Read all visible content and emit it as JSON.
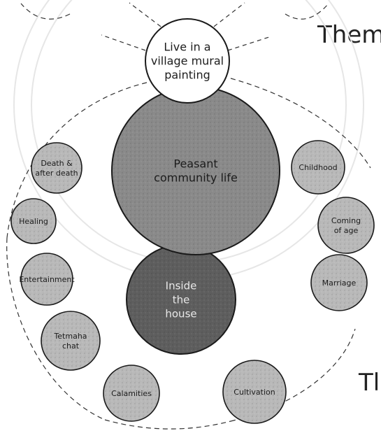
{
  "headings": {
    "top": "Them",
    "bottom": "Tl"
  },
  "diagram": {
    "center_nodes": [
      {
        "id": "live-in-mural",
        "label_lines": [
          "Live in a",
          "village mural",
          "painting"
        ],
        "color": "#ffffff"
      },
      {
        "id": "peasant-community-life",
        "label_lines": [
          "Peasant",
          "community life"
        ],
        "color": "#8a8a8a"
      },
      {
        "id": "inside-the-house",
        "label_lines": [
          "Inside",
          "the",
          "house"
        ],
        "color": "#5e5e5e"
      }
    ],
    "ring_nodes": [
      {
        "id": "death-after-death",
        "label_lines": [
          "Death &",
          "after death"
        ],
        "color": "#b9b9b9"
      },
      {
        "id": "healing",
        "label_lines": [
          "Healing"
        ],
        "color": "#b9b9b9"
      },
      {
        "id": "entertainment",
        "label_lines": [
          "Entertainment"
        ],
        "color": "#b9b9b9"
      },
      {
        "id": "tetmaha-chat",
        "label_lines": [
          "Tetmaha",
          "chat"
        ],
        "color": "#b9b9b9"
      },
      {
        "id": "calamities",
        "label_lines": [
          "Calamities"
        ],
        "color": "#b9b9b9"
      },
      {
        "id": "cultivation",
        "label_lines": [
          "Cultivation"
        ],
        "color": "#b9b9b9"
      },
      {
        "id": "childhood",
        "label_lines": [
          "Childhood"
        ],
        "color": "#b9b9b9"
      },
      {
        "id": "coming-of-age",
        "label_lines": [
          "Coming",
          "of age"
        ],
        "color": "#b9b9b9"
      },
      {
        "id": "marriage",
        "label_lines": [
          "Marriage"
        ],
        "color": "#b9b9b9"
      }
    ]
  }
}
